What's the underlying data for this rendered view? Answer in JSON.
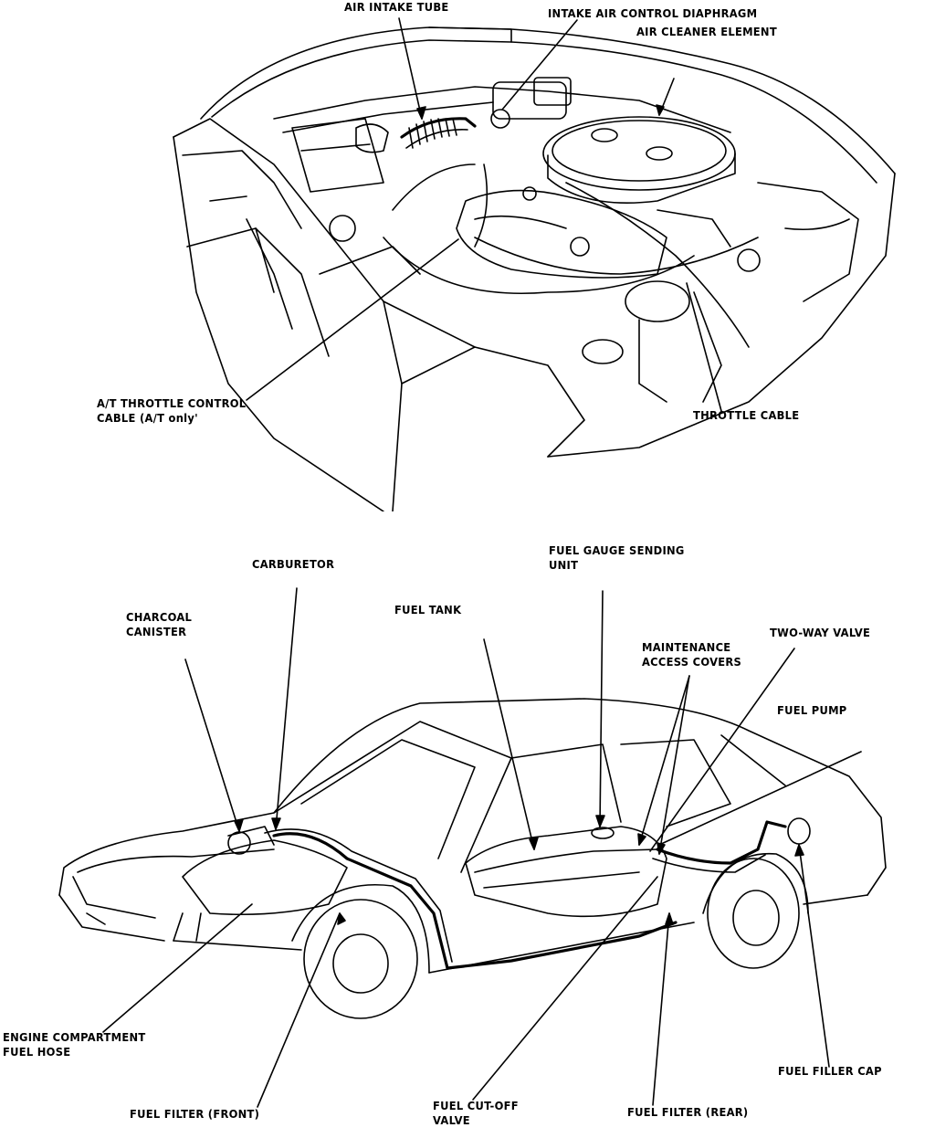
{
  "top_diagram": {
    "labels": {
      "air_intake_tube": "AIR INTAKE TUBE",
      "intake_air_control_diaphragm": "INTAKE AIR CONTROL DIAPHRAGM",
      "air_cleaner_element": "AIR CLEANER ELEMENT",
      "at_throttle_control_cable_line1": "A/T THROTTLE CONTROL",
      "at_throttle_control_cable_line2": "CABLE (A/T only'",
      "throttle_cable": "THROTTLE CABLE"
    }
  },
  "bottom_diagram": {
    "labels": {
      "carburetor": "CARBURETOR",
      "fuel_gauge_sending_unit_line1": "FUEL GAUGE SENDING",
      "fuel_gauge_sending_unit_line2": "UNIT",
      "charcoal_canister_line1": "CHARCOAL",
      "charcoal_canister_line2": "CANISTER",
      "fuel_tank": "FUEL TANK",
      "maintenance_access_covers_line1": "MAINTENANCE",
      "maintenance_access_covers_line2": "ACCESS COVERS",
      "two_way_valve": "TWO-WAY VALVE",
      "fuel_pump": "FUEL PUMP",
      "engine_compartment_fuel_hose_line1": "ENGINE COMPARTMENT",
      "engine_compartment_fuel_hose_line2": "FUEL HOSE",
      "fuel_filler_cap": "FUEL FILLER CAP",
      "fuel_filter_front": "FUEL FILTER (FRONT)",
      "fuel_cut_off_valve_line1": "FUEL CUT-OFF",
      "fuel_cut_off_valve_line2": "VALVE",
      "fuel_filter_rear": "FUEL FILTER (REAR)"
    }
  }
}
